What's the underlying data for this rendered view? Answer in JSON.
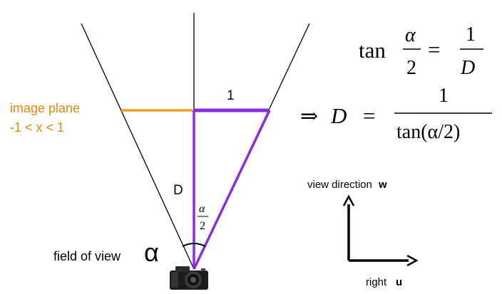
{
  "labels": {
    "image_plane_title": "image plane",
    "image_plane_range": "-1 < x < 1",
    "half_width": "1",
    "distance": "D",
    "fov_label": "field of view",
    "fov_symbol": "α",
    "half_angle_numerator": "α",
    "half_angle_denominator": "2",
    "view_direction_prefix": "view direction",
    "view_direction_symbol": "w",
    "right_prefix": "right",
    "right_symbol": "u"
  },
  "equations": {
    "eq1_func": "tan",
    "eq1_frac_num": "α",
    "eq1_frac_den": "2",
    "eq1_equals": "=",
    "eq1_rhs_num": "1",
    "eq1_rhs_den": "D",
    "eq2_implies": "⇒",
    "eq2_lhs": "D",
    "eq2_equals": "=",
    "eq2_rhs_num": "1",
    "eq2_rhs_den": "tan(α/2)"
  },
  "colors": {
    "image_plane": "#f0a020",
    "image_plane_text": "#d98a10",
    "triangle": "#8a2be2",
    "lines": "#000000"
  },
  "icons": {
    "camera": "camera-icon"
  }
}
